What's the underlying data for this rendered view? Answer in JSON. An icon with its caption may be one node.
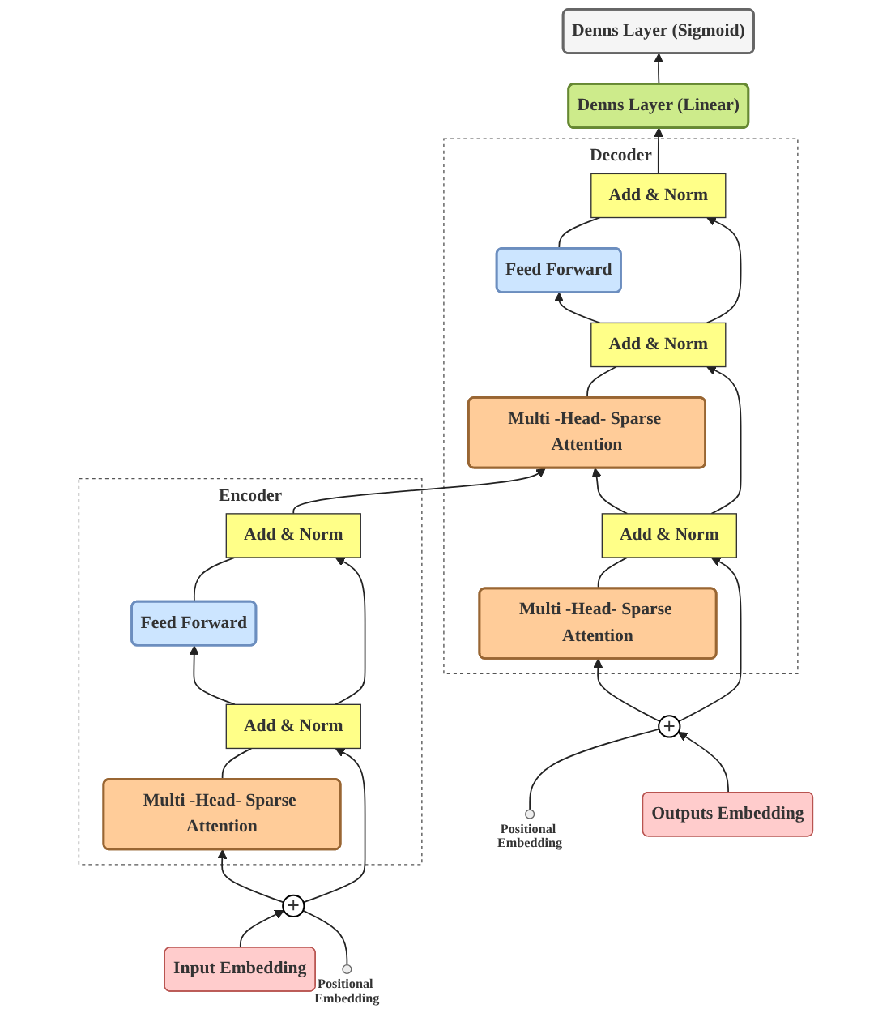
{
  "diagram": {
    "nodes": [
      {
        "text": [
          "Encoder"
        ]
      },
      {
        "text": [
          "Add & Norm"
        ],
        "in": 0
      },
      {
        "text": [
          "Feed Forward"
        ],
        "in": 0
      },
      {
        "text": [
          "Add & Norm"
        ],
        "in": 0
      },
      {
        "text": [
          "Multi -Head- Sparse Attention"
        ],
        "in": 0
      },
      {
        "text": [],
        "shape": "circle",
        "beside": [
          "Positional Embedding"
        ]
      },
      {
        "text": [
          "+"
        ]
      },
      {
        "text": [
          "Input Embedding"
        ]
      },
      {
        "text": [
          "Decoder"
        ]
      },
      {
        "text": [
          "Add & Norm"
        ],
        "in": 8
      },
      {
        "text": [
          "Feed Forward"
        ],
        "in": 8
      },
      {
        "text": [
          "Add & Norm"
        ],
        "in": 8
      },
      {
        "text": [
          "Multi -Head- Sparse Attention"
        ],
        "in": 8
      },
      {
        "text": [
          "Add & Norm"
        ],
        "in": 8
      },
      {
        "text": [
          "Multi -Head- Sparse Attention"
        ],
        "in": 8
      },
      {
        "text": [],
        "shape": "circle",
        "beside": [
          "Positional Embedding"
        ]
      },
      {
        "text": [
          "+"
        ]
      },
      {
        "text": [
          "Outputs Embedding"
        ]
      },
      {
        "text": [
          "Denns Layer (Linear)"
        ]
      },
      {
        "text": [
          "Denns Layer (Sigmoid)"
        ]
      }
    ],
    "edges": [
      {
        "from": 7,
        "to": 6,
        "arrow": "to"
      },
      {
        "from": 5,
        "to": 6,
        "arrow": "none"
      },
      {
        "from": 6,
        "to": 4,
        "arrow": "to"
      },
      {
        "from": 6,
        "to": 3,
        "arrow": "to"
      },
      {
        "from": 4,
        "to": 3,
        "arrow": "none"
      },
      {
        "from": 3,
        "to": 2,
        "arrow": "to"
      },
      {
        "from": 3,
        "to": 1,
        "arrow": "to"
      },
      {
        "from": 2,
        "to": 1,
        "arrow": "none"
      },
      {
        "from": 1,
        "to": 12,
        "arrow": "to"
      },
      {
        "from": 17,
        "to": 16,
        "arrow": "to"
      },
      {
        "from": 15,
        "to": 16,
        "arrow": "none"
      },
      {
        "from": 16,
        "to": 14,
        "arrow": "to"
      },
      {
        "from": 16,
        "to": 13,
        "arrow": "to"
      },
      {
        "from": 14,
        "to": 13,
        "arrow": "none"
      },
      {
        "from": 13,
        "to": 12,
        "arrow": "to"
      },
      {
        "from": 13,
        "to": 11,
        "arrow": "to"
      },
      {
        "from": 12,
        "to": 11,
        "arrow": "none"
      },
      {
        "from": 11,
        "to": 10,
        "arrow": "to"
      },
      {
        "from": 11,
        "to": 9,
        "arrow": "to"
      },
      {
        "from": 10,
        "to": 9,
        "arrow": "none"
      },
      {
        "from": 9,
        "to": 18,
        "arrow": "to"
      },
      {
        "from": 18,
        "to": 19,
        "arrow": "to"
      }
    ]
  }
}
